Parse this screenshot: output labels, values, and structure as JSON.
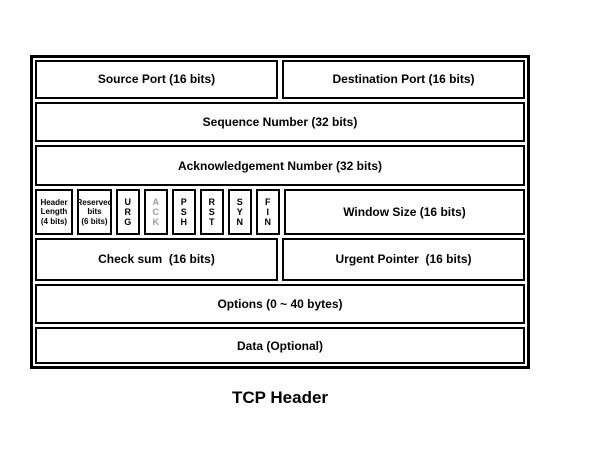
{
  "caption": "TCP Header",
  "fields": {
    "source_port": "Source Port (16 bits)",
    "destination_port": "Destination Port (16 bits)",
    "sequence_number": "Sequence Number (32 bits)",
    "acknowledgement_number": "Acknowledgement Number (32 bits)",
    "header_length": "Header\nLength\n(4 bits)",
    "reserved_bits": "Reserved\nbits\n(6 bits)",
    "flags": [
      {
        "name": "URG",
        "stacked": "U\nR\nG",
        "muted": false
      },
      {
        "name": "ACK",
        "stacked": "A\nC\nK",
        "muted": true
      },
      {
        "name": "PSH",
        "stacked": "P\nS\nH",
        "muted": false
      },
      {
        "name": "RST",
        "stacked": "R\nS\nT",
        "muted": false
      },
      {
        "name": "SYN",
        "stacked": "S\nY\nN",
        "muted": false
      },
      {
        "name": "FIN",
        "stacked": "F\nI\nN",
        "muted": false
      }
    ],
    "window_size": "Window Size (16 bits)",
    "checksum": "Check sum  (16 bits)",
    "urgent_pointer": "Urgent Pointer  (16 bits)",
    "options": "Options (0 ~ 40 bytes)",
    "data": "Data (Optional)"
  },
  "colors": {
    "border": "#000000",
    "text": "#000000",
    "muted_flag": "#9b9b9b"
  }
}
